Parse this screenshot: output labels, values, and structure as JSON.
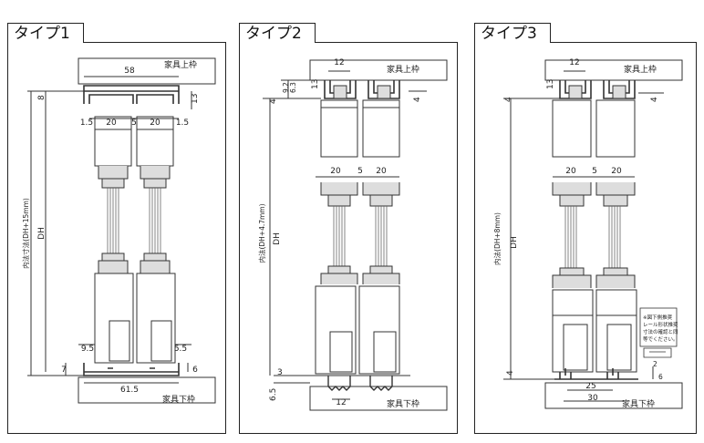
{
  "type1": {
    "title": "タイプ1",
    "label_top_frame": "家具上枠",
    "label_bottom_frame": "家具下枠",
    "dim_width": "58",
    "dim_13": "13",
    "dim_8": "8",
    "dim_1_5_left": "1.5",
    "dim_20_a": "20",
    "dim_5": "5",
    "dim_20_b": "20",
    "dim_1_5_right": "1.5",
    "dim_inner_label": "内法寸法(DH+15mm)",
    "dim_dh": "DH",
    "dim_9_5": "9.5",
    "dim_5_5": "5.5",
    "dim_7": "7",
    "dim_6": "6",
    "dim_61_5": "61.5"
  },
  "type2": {
    "title": "タイプ2",
    "label_top_frame": "家具上枠",
    "label_bottom_frame": "家具下枠",
    "dim_12_top": "12",
    "dim_13": "13",
    "dim_4_left": "4",
    "dim_4_right": "4",
    "dim_9_2": "9.2",
    "dim_6_3": "6.3",
    "dim_20_a": "20",
    "dim_5": "5",
    "dim_20_b": "20",
    "dim_inner_label": "内法(DH+4.7mm)",
    "dim_dh": "DH",
    "dim_3": "3",
    "dim_6_5": "6.5",
    "dim_12_bottom": "12"
  },
  "type3": {
    "title": "タイプ3",
    "label_top_frame": "家具上枠",
    "label_bottom_frame": "家具下枠",
    "dim_12_top": "12",
    "dim_13": "13",
    "dim_4_left": "4",
    "dim_4_right": "4",
    "dim_20_a": "20",
    "dim_5": "5",
    "dim_20_b": "20",
    "dim_inner_label": "内法(DH+8mm)",
    "dim_dh": "DH",
    "dim_4_bottom": "4",
    "dim_2": "2",
    "dim_6": "6",
    "dim_25": "25",
    "dim_30": "30",
    "note_line1": "※図下側推奨",
    "note_line2": "レール形状推奨",
    "note_line3": "寸法の確認と同",
    "note_line4": "等でください。"
  }
}
